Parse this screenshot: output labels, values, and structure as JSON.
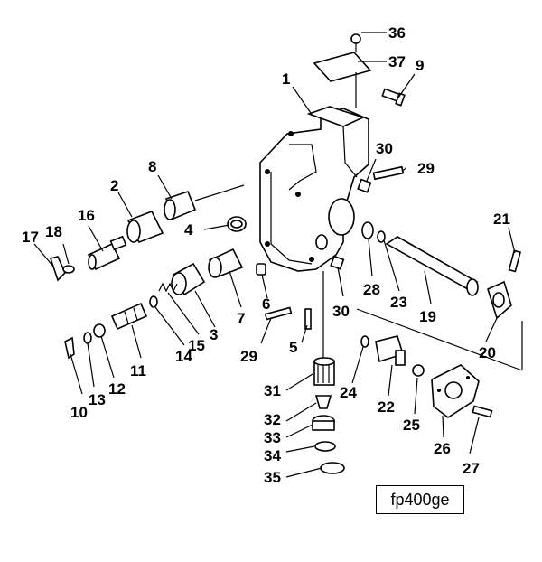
{
  "figure_code": "fp400ge",
  "callouts": {
    "c1": "1",
    "c2": "2",
    "c3": "3",
    "c4": "4",
    "c5": "5",
    "c6": "6",
    "c7": "7",
    "c8": "8",
    "c9": "9",
    "c10": "10",
    "c11": "11",
    "c12": "12",
    "c13": "13",
    "c14": "14",
    "c15": "15",
    "c16": "16",
    "c17": "17",
    "c18": "18",
    "c19": "19",
    "c20": "20",
    "c21": "21",
    "c22": "22",
    "c23": "23",
    "c24": "24",
    "c25": "25",
    "c26": "26",
    "c27": "27",
    "c28": "28",
    "c29a": "29",
    "c29b": "29",
    "c30a": "30",
    "c30b": "30",
    "c31": "31",
    "c32": "32",
    "c33": "33",
    "c34": "34",
    "c35": "35",
    "c36": "36",
    "c37": "37"
  }
}
